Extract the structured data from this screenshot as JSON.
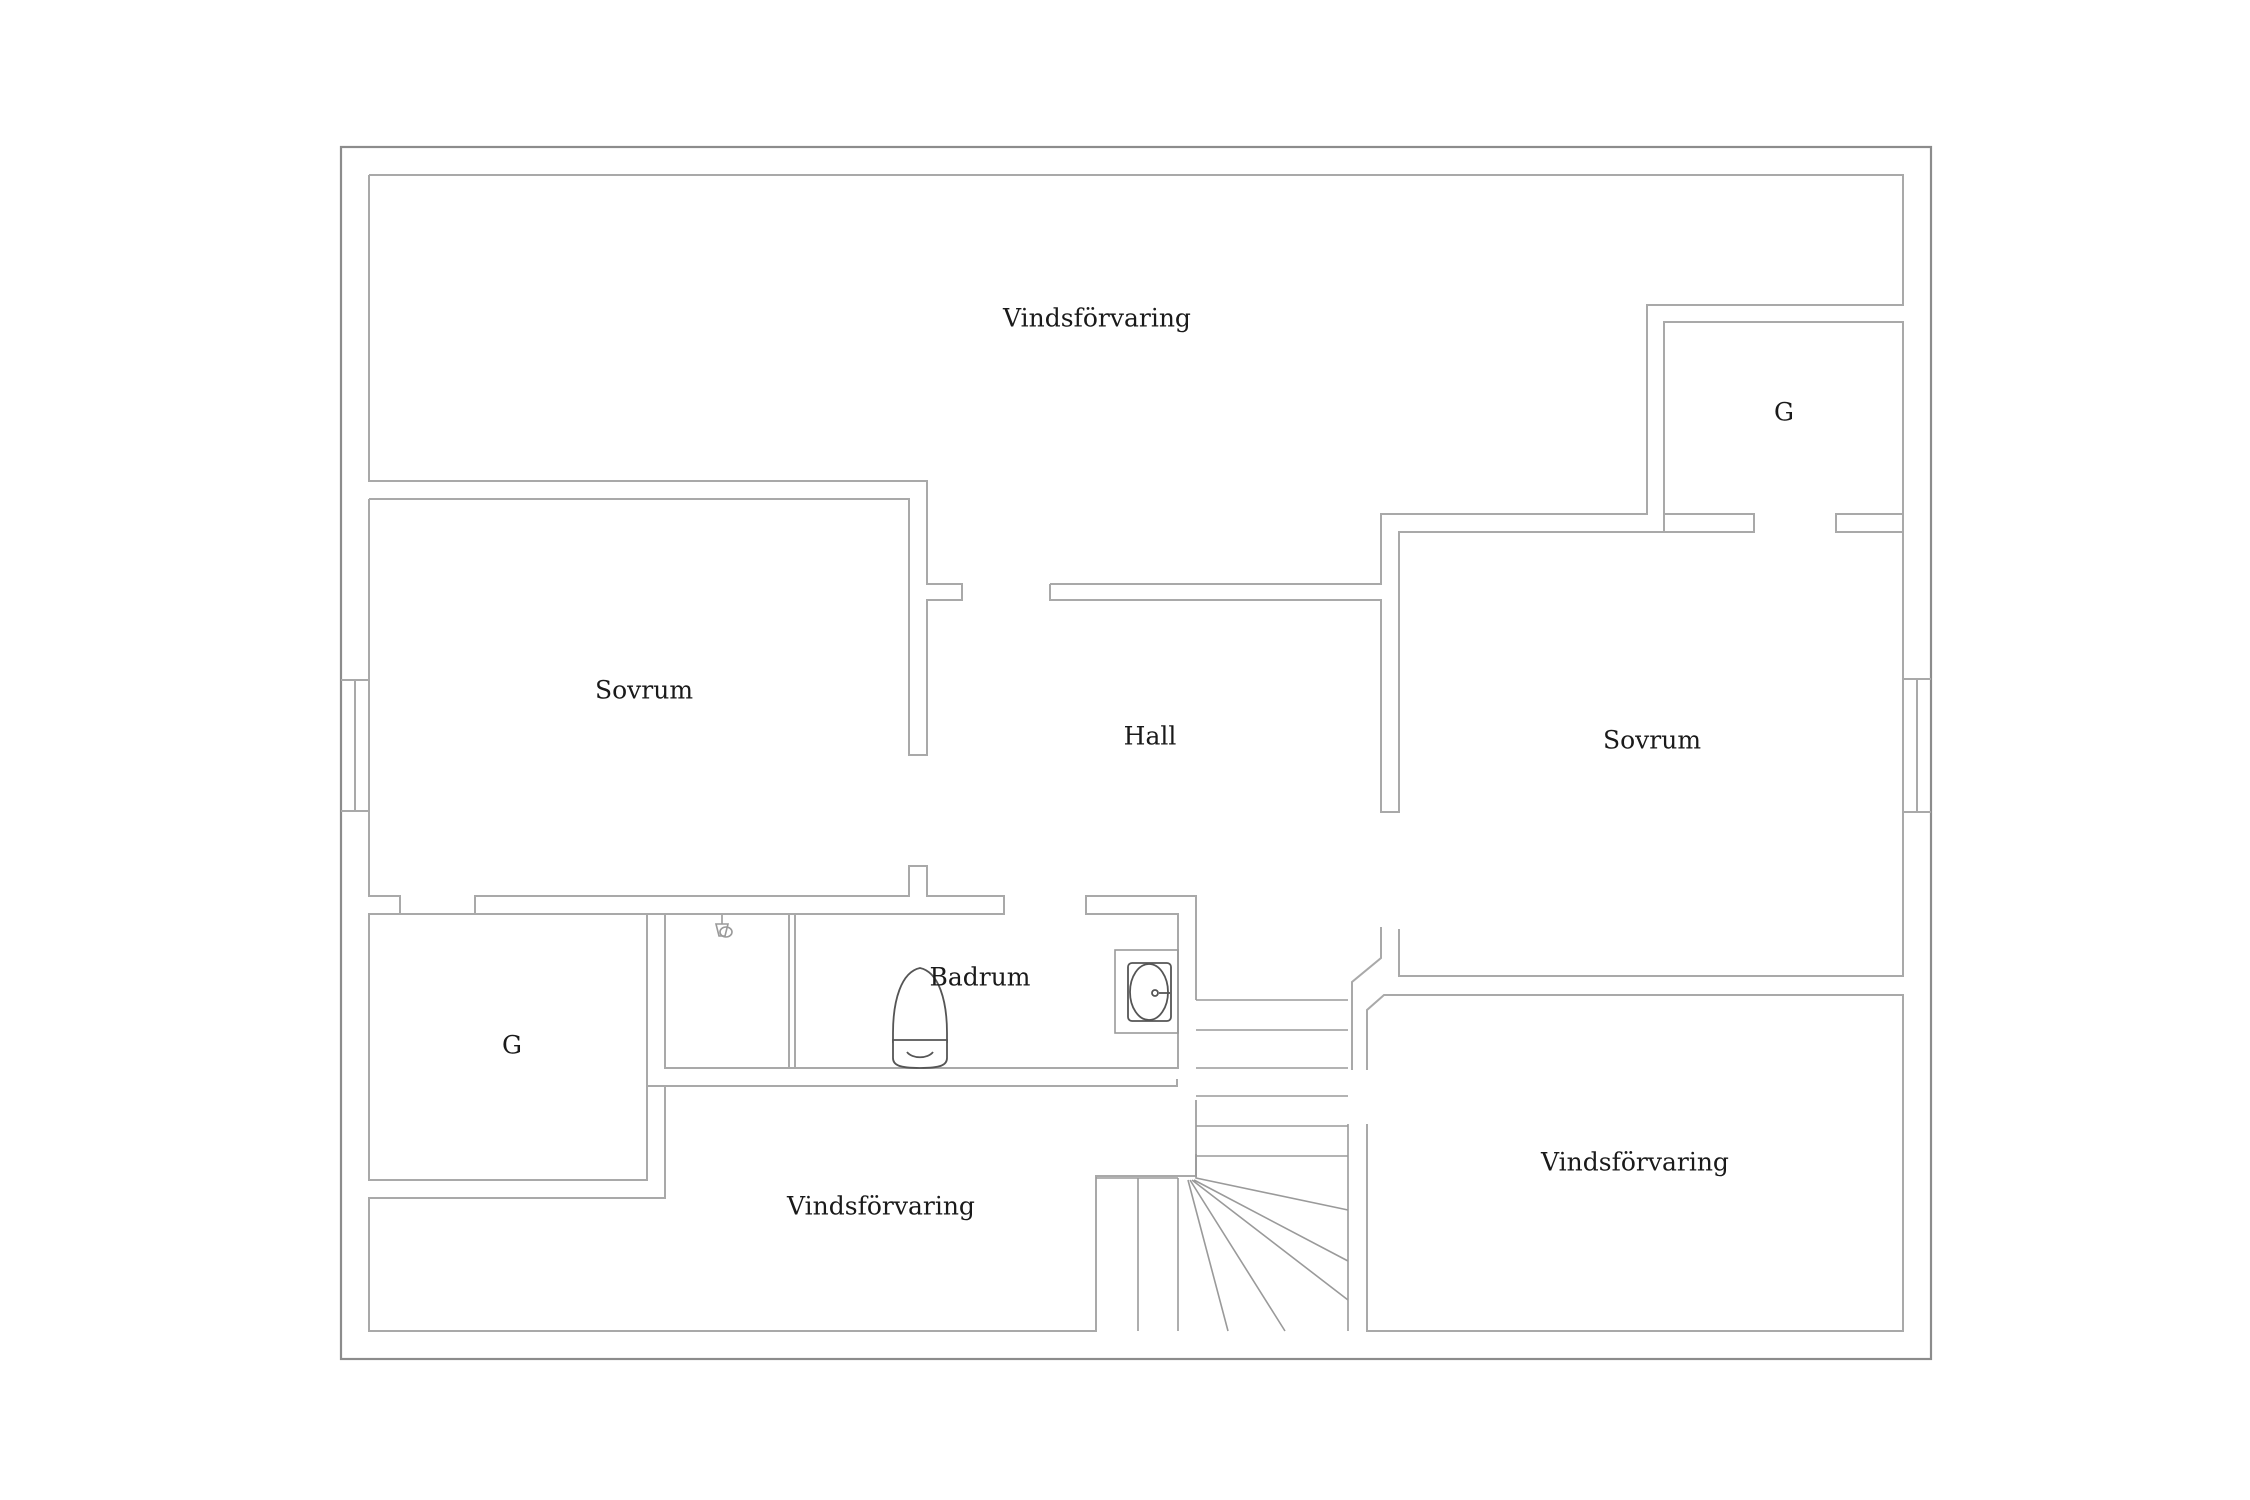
{
  "plan": {
    "rooms": [
      {
        "id": "vindsforvaring-top",
        "label": "Vindsförvaring"
      },
      {
        "id": "g-top-right",
        "label": "G"
      },
      {
        "id": "sovrum-left",
        "label": "Sovrum"
      },
      {
        "id": "hall",
        "label": "Hall"
      },
      {
        "id": "sovrum-right",
        "label": "Sovrum"
      },
      {
        "id": "badrum",
        "label": "Badrum"
      },
      {
        "id": "g-bottom-left",
        "label": "G"
      },
      {
        "id": "vindsforvaring-bottom-center",
        "label": "Vindsförvaring"
      },
      {
        "id": "vindsforvaring-bottom-right",
        "label": "Vindsförvaring"
      }
    ],
    "fixtures": [
      "toilet-icon",
      "sink-icon",
      "shower-head-icon",
      "staircase"
    ],
    "colors": {
      "wall": "#a9a9a9",
      "outer_wall": "#8c8c8c",
      "fixture": "#555555",
      "label": "#1a1a1a",
      "background": "#ffffff"
    }
  }
}
